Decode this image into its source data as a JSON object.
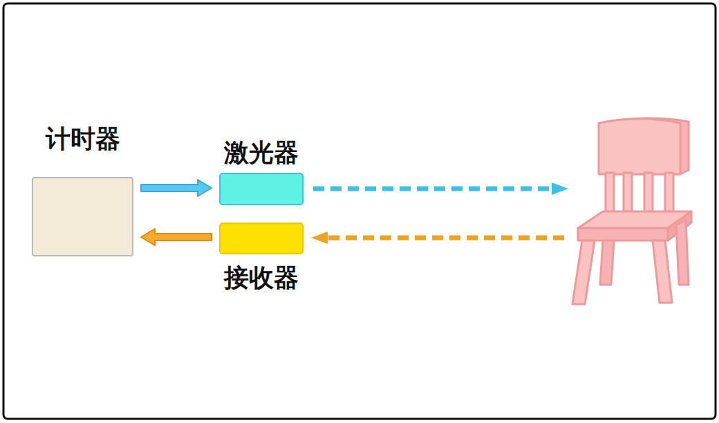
{
  "diagram": {
    "nodes": [
      {
        "text": [
          "计时器"
        ]
      },
      {
        "text": [
          "激光器"
        ]
      },
      {
        "text": [
          "接收器"
        ]
      }
    ],
    "edges": [
      {
        "from": 0,
        "to": 1,
        "arrow": "to"
      },
      {
        "from": 2,
        "to": 0,
        "arrow": "to"
      }
    ]
  }
}
